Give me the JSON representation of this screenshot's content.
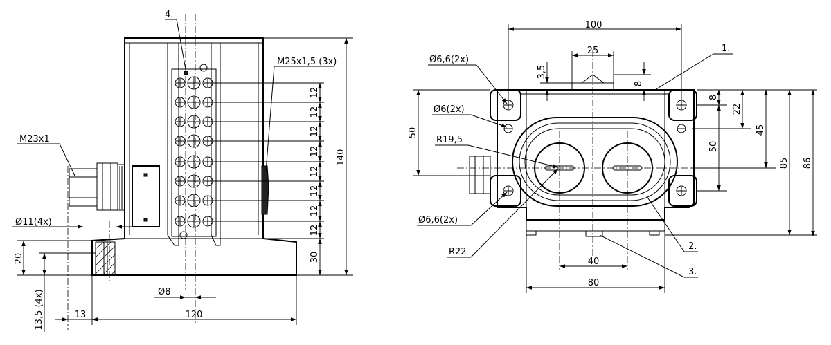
{
  "side_view": {
    "item_4": "4.",
    "thread_cable": "M25x1,5 (3x)",
    "thread_connector": "M23x1",
    "hole_dia": "Ø11(4x)",
    "pitch": [
      "12",
      "12",
      "12",
      "12",
      "12",
      "12",
      "12",
      "12"
    ],
    "height_total": "140",
    "height_base_top": "30",
    "base_height": "20",
    "slot_height": "13,5 (4x)",
    "offset_13": "13",
    "width_120": "120",
    "pin_dia": "Ø8"
  },
  "front_view": {
    "width_100": "100",
    "width_25": "25",
    "item_1": "1.",
    "item_2": "2.",
    "item_3": "3.",
    "dim_3_5": "3,5",
    "dim_8_top": "8",
    "dim_8_right": "8",
    "dim_22": "22",
    "dim_45": "45",
    "dim_50_right": "50",
    "dim_85": "85",
    "dim_86": "86",
    "dim_50_left": "50",
    "hole_top": "Ø6,6(2x)",
    "hole_mid": "Ø6(2x)",
    "hole_bottom": "Ø6,6(2x)",
    "radius_inner": "R19,5",
    "radius_outer": "R22",
    "dim_40": "40",
    "dim_80": "80"
  }
}
